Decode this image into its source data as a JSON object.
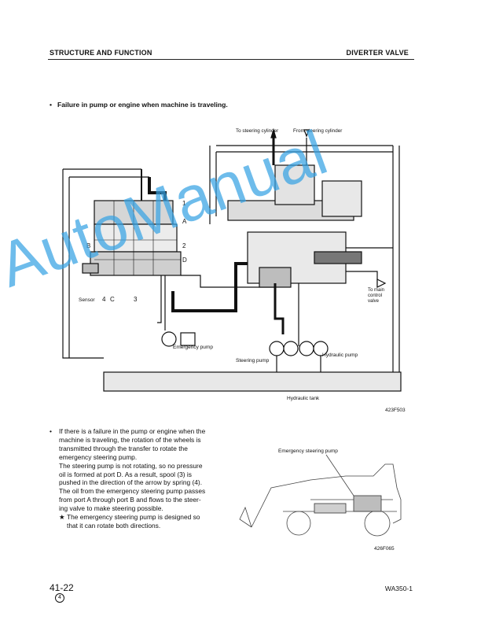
{
  "header": {
    "left": "STRUCTURE AND FUNCTION",
    "right": "DIVERTER VALVE"
  },
  "bullet_heading": "Failure in pump or engine when machine is traveling.",
  "diagram": {
    "to_steering_cylinder": "To steering cylinder",
    "from_steering_cylinder": "From steering cylinder",
    "labels": {
      "n1": "1",
      "A": "A",
      "n2": "2",
      "B": "B",
      "D": "D",
      "sensor": "Sensor",
      "n4": "4",
      "C": "C",
      "n3": "3",
      "emergency_pump": "Emergency pump",
      "steering_pump": "Steering pump",
      "hydraulic_pump": "Hydraulic pump",
      "to_main_control_valve": [
        "To main",
        "control",
        "valve"
      ],
      "hydraulic_tank": "Hydraulic tank"
    },
    "figure_id": "423F503"
  },
  "paragraph": {
    "lines": [
      "If there is a failure in the pump or engine when the",
      "machine is traveling, the rotation of the wheels is",
      "transmitted through the transfer to rotate the",
      "emergency steering pump.",
      "The steering pump is not rotating, so no pressure",
      "oil is formed at port D. As a result, spool (3) is",
      "pushed in the direction of the arrow by spring (4).",
      "The oil from the emergency steering pump passes",
      "from port A through port B and flows to the steer-",
      "ing valve to make steering possible.",
      "The emergency steering pump is designed so",
      "that it can rotate both directions."
    ]
  },
  "loader_figure": {
    "label": "Emergency steering pump",
    "figure_id": "426F065"
  },
  "footer": {
    "page": "41-22",
    "revision": "4",
    "model": "WA350-1"
  },
  "watermark": "AutoManual",
  "colors": {
    "ink": "#111111",
    "watermark": "#37a3e4"
  }
}
